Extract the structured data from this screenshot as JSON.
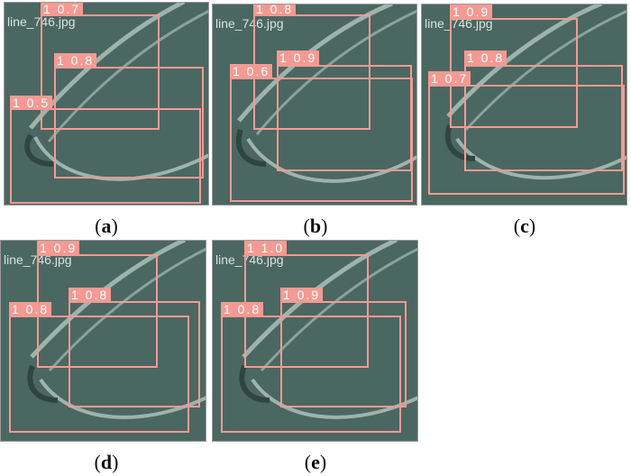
{
  "filename": "line_746.jpg",
  "panels": [
    {
      "caption_letter": "a",
      "boxes": [
        {
          "label": "1 0.7"
        },
        {
          "label": "1 0.8"
        },
        {
          "label": "1 0.5"
        }
      ]
    },
    {
      "caption_letter": "b",
      "boxes": [
        {
          "label": "1 0.8"
        },
        {
          "label": "1 0.9"
        },
        {
          "label": "1 0.6"
        }
      ]
    },
    {
      "caption_letter": "c",
      "boxes": [
        {
          "label": "1 0.9"
        },
        {
          "label": "1 0.8"
        },
        {
          "label": "1 0.7"
        }
      ]
    },
    {
      "caption_letter": "d",
      "boxes": [
        {
          "label": "1 0.9"
        },
        {
          "label": "1 0.8"
        },
        {
          "label": "1 0.8"
        }
      ]
    },
    {
      "caption_letter": "e",
      "boxes": [
        {
          "label": "1 1.0"
        },
        {
          "label": "1 0.9"
        },
        {
          "label": "1 0.8"
        }
      ]
    }
  ],
  "colors": {
    "box": "#f49a93",
    "background": "#4a6660"
  }
}
